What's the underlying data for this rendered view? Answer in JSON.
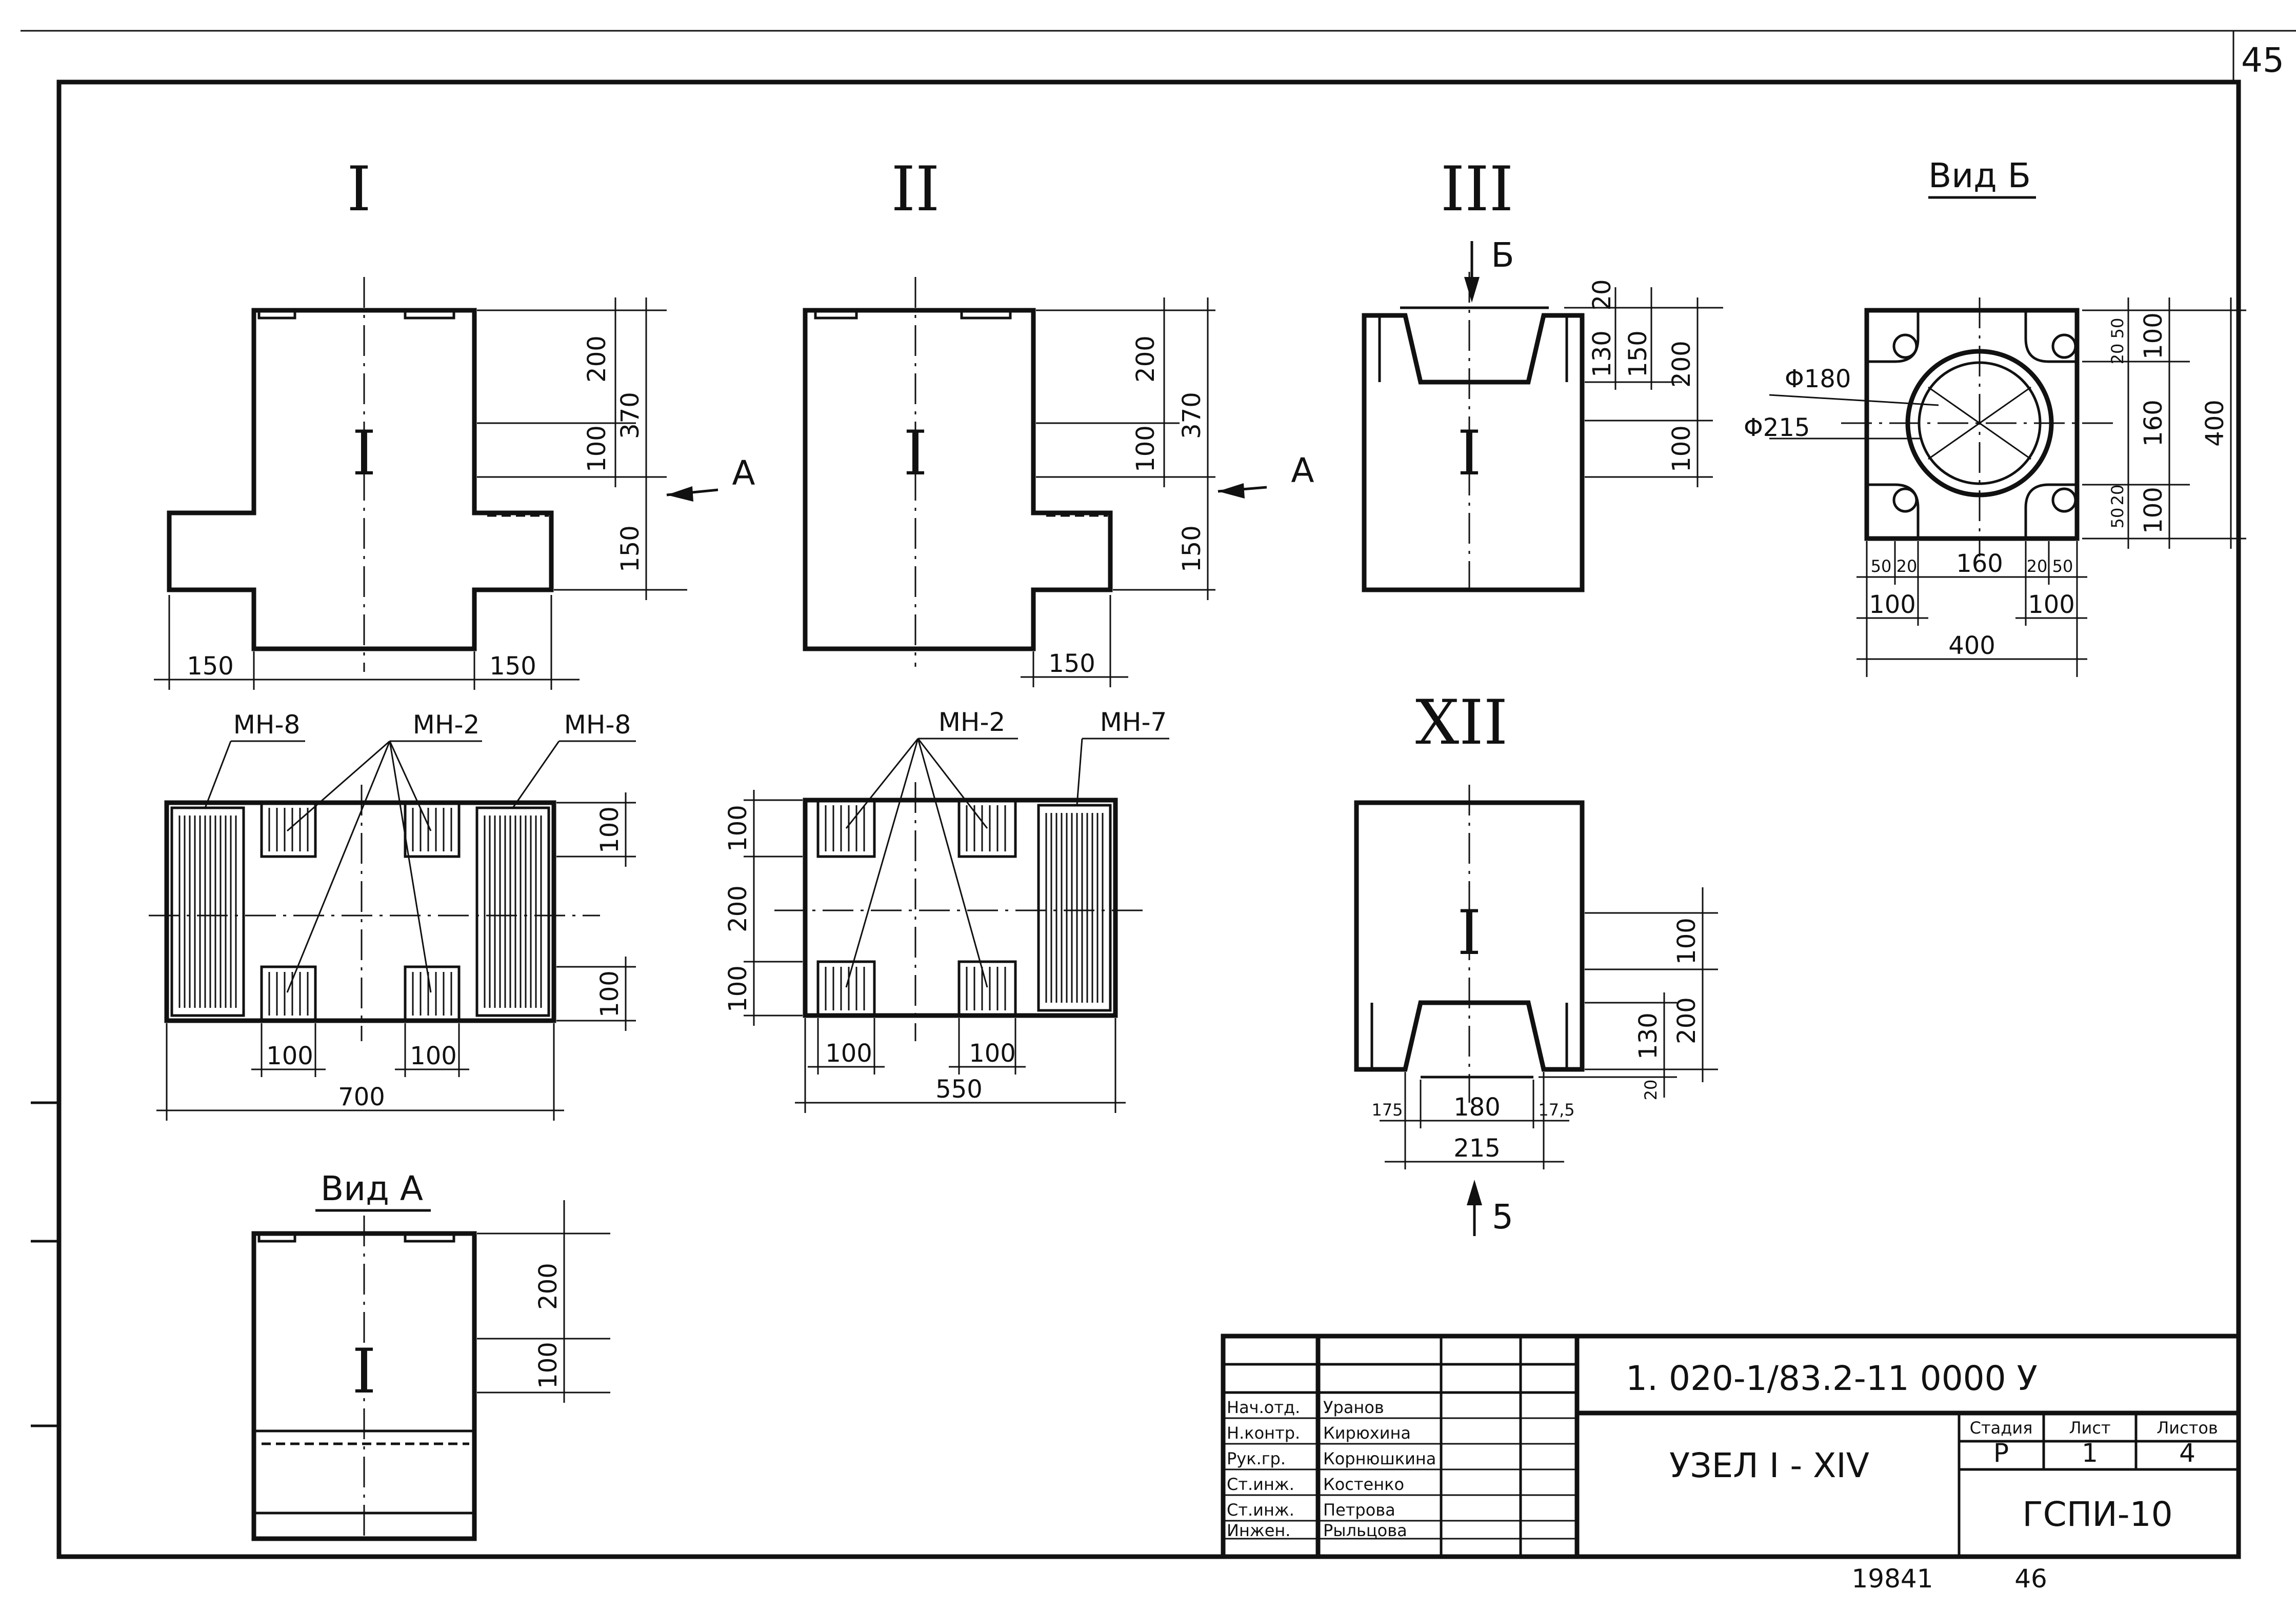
{
  "page_number": "45",
  "views": {
    "node1": {
      "title": "I",
      "axis_label": "I",
      "dims": [
        "200",
        "370",
        "100",
        "150",
        "150",
        "150"
      ],
      "arrow": "A"
    },
    "node2": {
      "title": "II",
      "axis_label": "I",
      "dims": [
        "200",
        "370",
        "100",
        "150",
        "150"
      ],
      "arrow": "A"
    },
    "node3": {
      "title": "III",
      "axis_label": "I",
      "dims": [
        "20",
        "130",
        "150",
        "200",
        "100"
      ],
      "arrow": "Б"
    },
    "view_b": {
      "title": "Вид Б",
      "dims": [
        "Φ180",
        "Φ215",
        "50",
        "20",
        "100",
        "160",
        "400",
        "20",
        "50",
        "160",
        "50",
        "20",
        "100",
        "50",
        "20",
        "160",
        "20",
        "50",
        "100",
        "100",
        "400"
      ]
    },
    "plan1": {
      "labels": [
        "МН-8",
        "МН-2",
        "МН-8"
      ],
      "dims": [
        "100",
        "100",
        "100",
        "100",
        "700"
      ]
    },
    "plan2": {
      "labels": [
        "МН-2",
        "МН-7"
      ],
      "dims": [
        "100",
        "200",
        "100",
        "100",
        "100",
        "550"
      ]
    },
    "node12": {
      "title": "XII",
      "axis_label": "I",
      "dims": [
        "100",
        "200",
        "130",
        "20",
        "175",
        "180",
        "17,5",
        "215"
      ],
      "arrow": "5"
    },
    "view_a": {
      "title": "Вид А",
      "axis_label": "I",
      "dims": [
        "200",
        "100"
      ]
    }
  },
  "title_block": {
    "doc_code": "1. 020-1/83.2-11  0000 У",
    "node_title": "УЗЕЛ  I - XIV",
    "stage_label": "Стадия",
    "sheet_label": "Лист",
    "sheets_label": "Листов",
    "stage": "Р",
    "sheet": "1",
    "sheets": "4",
    "org": "ГСПИ-10",
    "people": [
      {
        "role": "Нач.отд.",
        "name": "Уранов"
      },
      {
        "role": "Н.контр.",
        "name": "Кирюхина"
      },
      {
        "role": "Рук.гр.",
        "name": "Корнюшкина"
      },
      {
        "role": "Ст.инж.",
        "name": "Костенко"
      },
      {
        "role": "Ст.инж.",
        "name": "Петрова"
      },
      {
        "role": "Инжен.",
        "name": "Рыльцова"
      }
    ]
  },
  "footer": {
    "archive_no": "19841",
    "page": "46"
  }
}
